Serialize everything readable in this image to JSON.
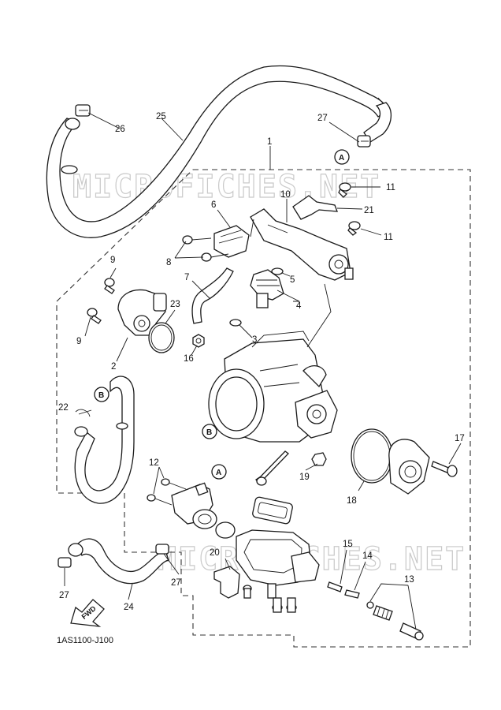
{
  "diagram": {
    "diagram_code": "1AS1100-J100",
    "watermark": "MICROFICHES.NET",
    "direction_label": "FWD",
    "ref_markers": [
      "A",
      "B"
    ],
    "callouts": [
      "1",
      "2",
      "3",
      "4",
      "5",
      "6",
      "7",
      "8",
      "9",
      "10",
      "11",
      "12",
      "13",
      "14",
      "15",
      "16",
      "17",
      "18",
      "19",
      "20",
      "21",
      "22",
      "23",
      "24",
      "25",
      "26",
      "27"
    ]
  }
}
